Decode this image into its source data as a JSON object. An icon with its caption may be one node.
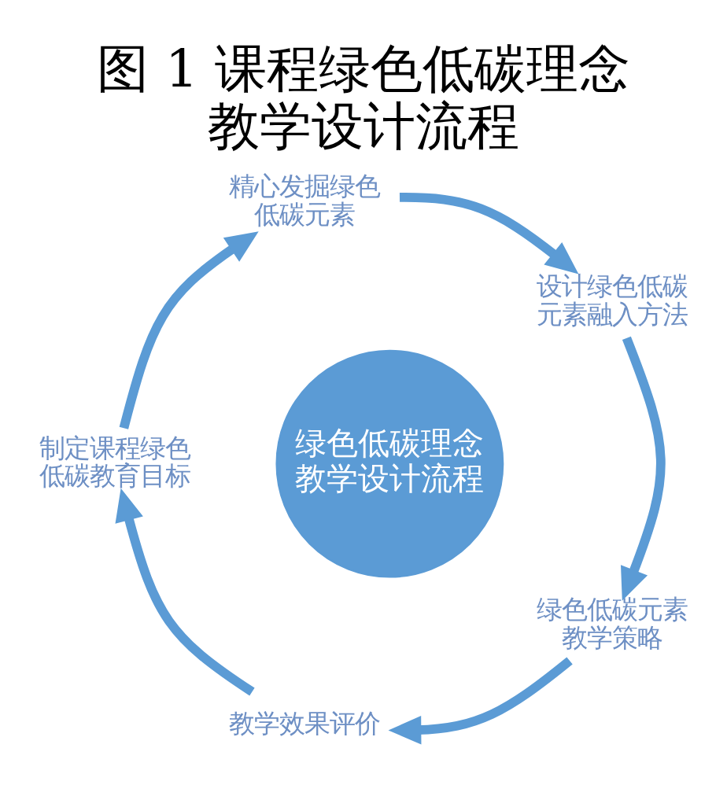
{
  "diagram": {
    "title": "图 1 课程绿色低碳理念教学设计流程",
    "nodes": [
      {
        "text": [
          "精心发掘绿色低碳元素"
        ]
      },
      {
        "text": [
          "设计绿色低碳元素融入方法"
        ]
      },
      {
        "text": [
          "绿色低碳理念教学设计流程"
        ]
      },
      {
        "text": [
          "制定课程绿色低碳教育目标"
        ]
      },
      {
        "text": [
          "绿色低碳元素教学策略"
        ]
      },
      {
        "text": [
          "教学效果评价"
        ]
      }
    ],
    "edges": [
      {
        "from": 0,
        "to": 1,
        "arrow": "to"
      },
      {
        "from": 1,
        "to": 4,
        "arrow": "to"
      },
      {
        "from": 4,
        "to": 5,
        "arrow": "to"
      },
      {
        "from": 5,
        "to": 3,
        "arrow": "to"
      },
      {
        "from": 3,
        "to": 0,
        "arrow": "to"
      }
    ]
  }
}
